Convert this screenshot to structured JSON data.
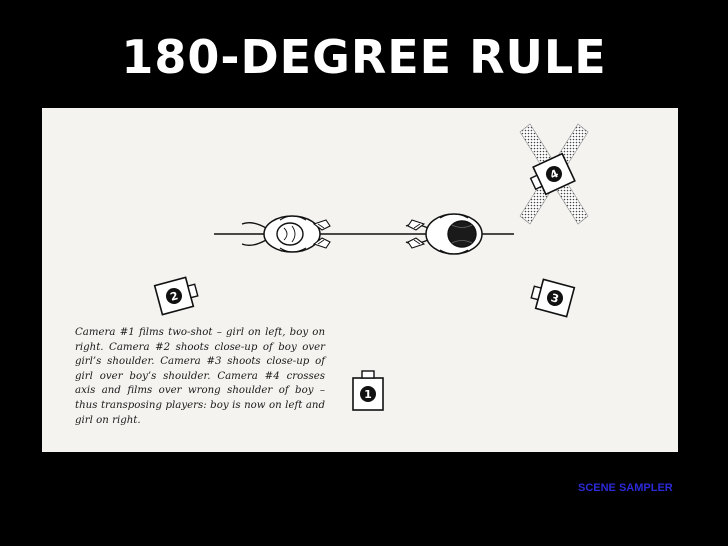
{
  "slide": {
    "title": "180-DEGREE RULE",
    "footer": "SCENE SAMPLER"
  },
  "diagram": {
    "caption": "Camera #1 films two-shot – girl on left, boy on right. Camera #2 shoots close-up of boy over girl’s shoulder. Camera #3 shoots close-up of girl over boy’s shoulder. Camera #4 crosses axis and films over wrong shoulder of boy – thus transposing players: boy is now on left and girl on right.",
    "cameras": [
      {
        "number": "1",
        "crossed_out": false
      },
      {
        "number": "2",
        "crossed_out": false
      },
      {
        "number": "3",
        "crossed_out": false
      },
      {
        "number": "4",
        "crossed_out": true
      }
    ]
  },
  "colors": {
    "background": "#000000",
    "title": "#ffffff",
    "panel": "#f4f3f0",
    "footer": "#2a2ad8"
  }
}
